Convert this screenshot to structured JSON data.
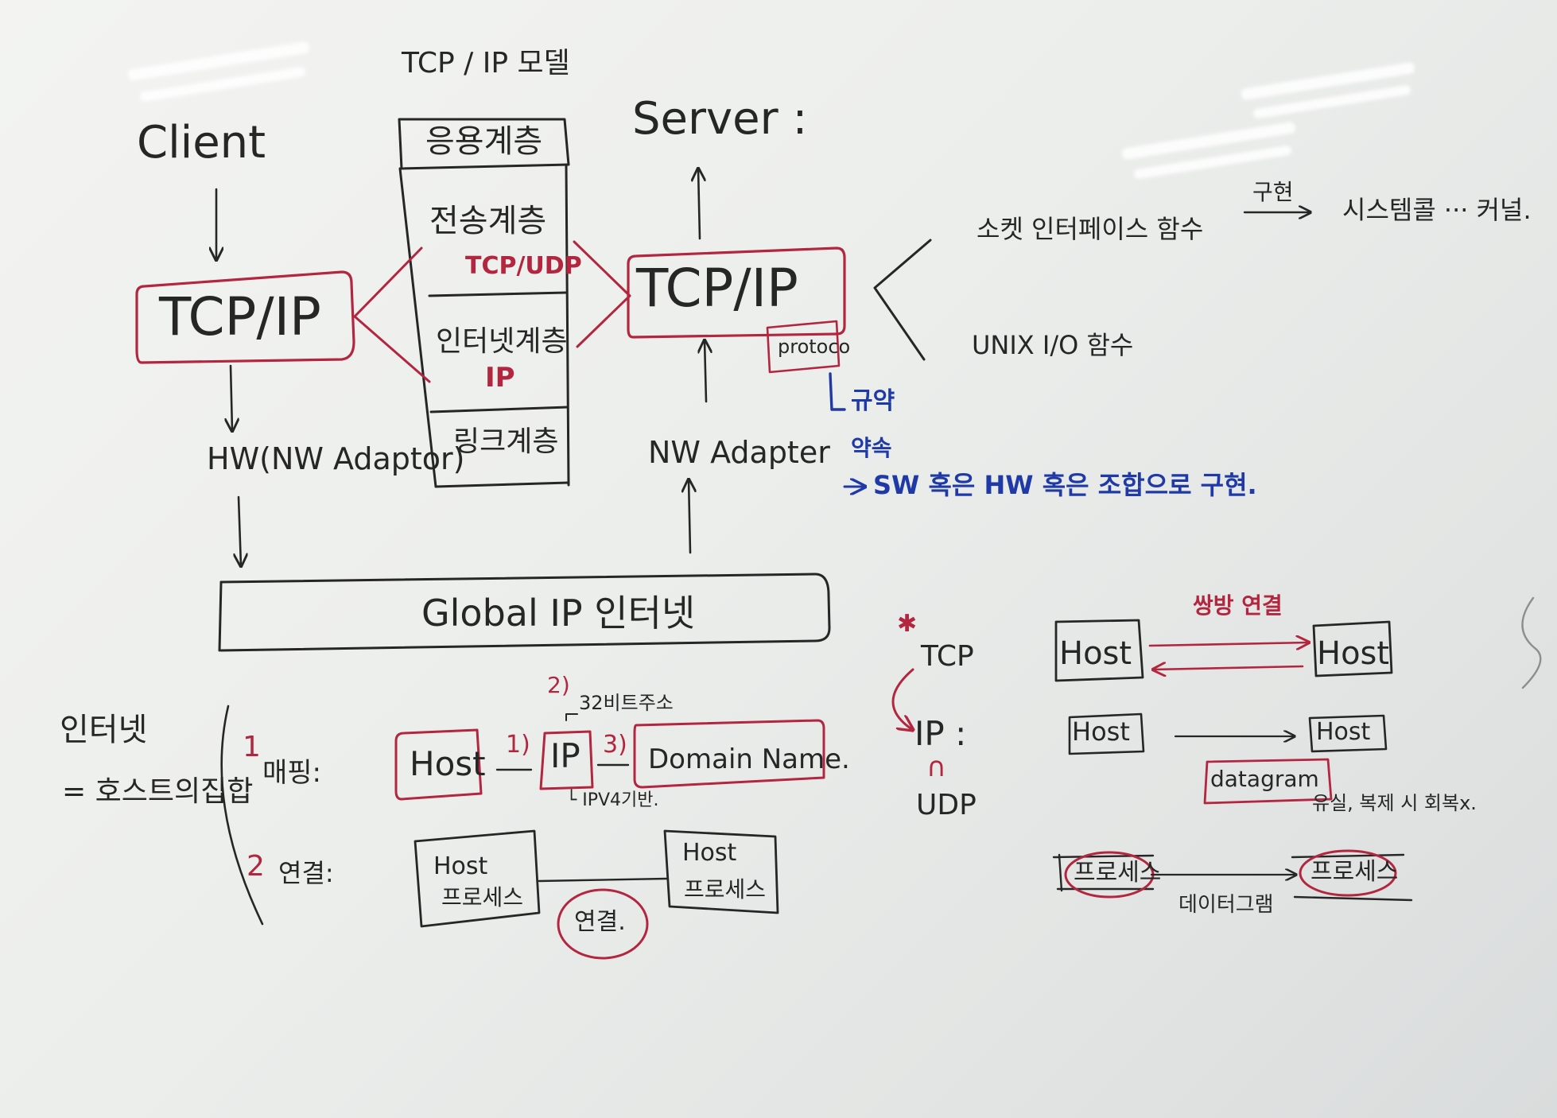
{
  "tcpip_model": {
    "title": "TCP / IP 모델",
    "layers": [
      {
        "name": "응용계층",
        "protocol": ""
      },
      {
        "name": "전송계층",
        "protocol": "TCP/UDP"
      },
      {
        "name": "인터넷계층",
        "protocol": "IP"
      },
      {
        "name": "링크계층",
        "protocol": ""
      }
    ]
  },
  "client": {
    "label": "Client",
    "box": "TCP/IP",
    "hw": "HW(NW Adaptor)"
  },
  "server": {
    "label": "Server :",
    "box": "TCP/IP",
    "protocol_tag": "protoco",
    "nw": "NW Adapter",
    "notes": [
      "규약",
      "약속",
      "SW 혹은 HW 혹은 조합으로 구현."
    ]
  },
  "interfaces": {
    "socket": "소켓 인터페이스 함수",
    "arrow_label": "구현",
    "target": "시스템콜 ··· 커널.",
    "unix": "UNIX  I/O 함수"
  },
  "global": {
    "label": "Global   IP   인터넷"
  },
  "internet": {
    "title": "인터넷",
    "definition": "= 호스트의집합",
    "mapping": {
      "num": "1",
      "label": "매핑:",
      "host": "Host",
      "ip": "IP",
      "domain": "Domain  Name.",
      "step1": "1)",
      "step2": "2)",
      "step3": "3)",
      "bits": "32비트주소",
      "ipv4": "└ IPV4기반."
    },
    "connection": {
      "num": "2",
      "label": "연결:",
      "host_a": [
        "Host",
        "프로세스"
      ],
      "host_b": [
        "Host",
        "프로세스"
      ],
      "circle": "연결."
    }
  },
  "protocols": {
    "star": "✱",
    "tcp": "TCP",
    "ip": "IP :",
    "cap": "∩",
    "udp": "UDP",
    "tcp_row": {
      "host_a": "Host",
      "host_b": "Host",
      "label": "쌍방 연결"
    },
    "ip_row": {
      "host_a": "Host",
      "host_b": "Host",
      "datagram": "datagram",
      "note": "유실, 복제 시 회복x."
    },
    "udp_row": {
      "proc_a": "프로세스",
      "proc_b": "프로세스",
      "label": "데이터그램"
    }
  },
  "colors": {
    "ink": "#262626",
    "red": "#b3263f",
    "blue": "#1f3aa6",
    "board": "#eceeec"
  }
}
